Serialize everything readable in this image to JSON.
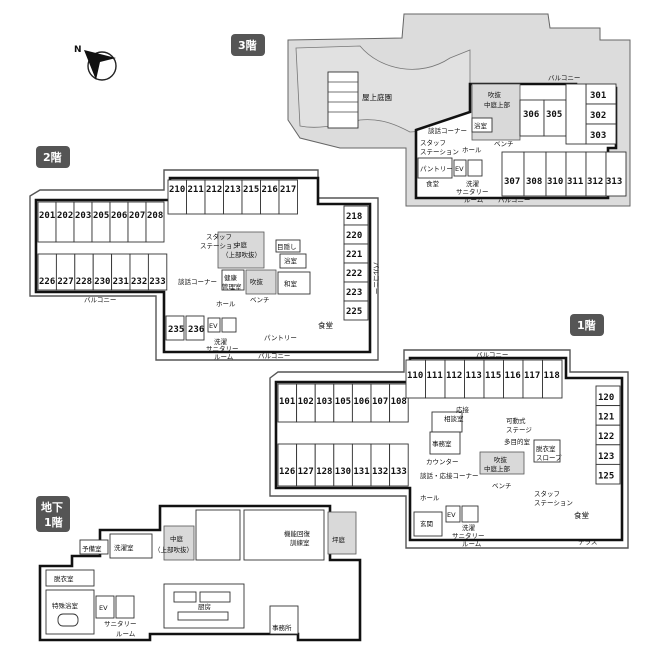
{
  "floors": {
    "f3": {
      "tag": "3階",
      "labels": {
        "roof_garden": "屋上庭園",
        "balcony_top": "バルコニー",
        "fukinuke": "吹抜",
        "nakaniwa_ue": "中庭上部",
        "danwa": "談話コーナー",
        "staff_station": "スタッフ\nステーション",
        "hall": "ホール",
        "bench": "ベンチ",
        "bath": "浴室",
        "pantry": "パントリー",
        "ev": "EV",
        "dining": "食堂",
        "laundry": "洗濯",
        "sanitary_room": "サニタリー\nルーム",
        "balcony_bottom": "バルコニー"
      },
      "rooms": [
        "301",
        "302",
        "303",
        "305",
        "306",
        "307",
        "308",
        "310",
        "311",
        "312",
        "313"
      ]
    },
    "f2": {
      "tag": "2階",
      "labels": {
        "staff_station": "スタッフ\nステーション",
        "nakaniwa": "中庭\n（上部吹抜）",
        "mekakushi": "目隠し",
        "bath": "浴室",
        "health_room": "健康\n管理室",
        "fukinuke": "吹抜",
        "washitsu": "和室",
        "danwa": "談話コーナー",
        "balcony_left": "バルコニー",
        "balcony_right": "バルコニー",
        "hall": "ホール",
        "bench": "ベンチ",
        "dining": "食堂",
        "ev": "EV",
        "laundry": "洗濯",
        "sanitary_room": "サニタリー\nルーム",
        "pantry": "パントリー",
        "balcony_bottom": "バルコニー"
      },
      "rooms": [
        "201",
        "202",
        "203",
        "205",
        "206",
        "207",
        "208",
        "210",
        "211",
        "212",
        "213",
        "215",
        "216",
        "217",
        "218",
        "220",
        "221",
        "222",
        "223",
        "225",
        "226",
        "227",
        "228",
        "230",
        "231",
        "232",
        "233",
        "235",
        "236"
      ]
    },
    "f1": {
      "tag": "1階",
      "labels": {
        "balcony_top": "バルコニー",
        "consult_room": "応接\n相談室",
        "movable_stage": "可動式\nステージ",
        "multipurpose": "多目的室",
        "office": "事務室",
        "counter": "カウンター",
        "nakaniwa_ue": "吹抜\n中庭上部",
        "danwa": "談話・応接コーナー",
        "datsui": "脱衣室",
        "slope": "スロープ",
        "hall": "ホール",
        "bench": "ベンチ",
        "staff_station": "スタッフ\nステーション",
        "dining": "食堂",
        "entrance": "玄関",
        "ev": "EV",
        "laundry": "洗濯",
        "sanitary_room": "サニタリー\nルーム",
        "terrace": "テラス"
      },
      "rooms": [
        "101",
        "102",
        "103",
        "105",
        "106",
        "107",
        "108",
        "110",
        "111",
        "112",
        "113",
        "115",
        "116",
        "117",
        "118",
        "120",
        "121",
        "122",
        "123",
        "125",
        "126",
        "127",
        "128",
        "130",
        "131",
        "132",
        "133"
      ]
    },
    "b1": {
      "tag": "地下\n1階",
      "labels": {
        "nakaniwa": "中庭\n（上部吹抜）",
        "function_training": "機能回復\n訓練室",
        "tsuboniwa": "坪庭",
        "yobishitsu": "予備室",
        "laundry_room": "洗濯室",
        "datsui": "脱衣室",
        "special_bath": "特殊浴室",
        "ev": "EV",
        "kitchen": "厨房",
        "office": "事務所",
        "sanitary_room": "サニタリー\nルーム"
      }
    }
  },
  "compass": {
    "mark": "N"
  },
  "colors": {
    "tag_bg": "#555555",
    "wall": "#111111",
    "shade": "#d9d9d9"
  }
}
